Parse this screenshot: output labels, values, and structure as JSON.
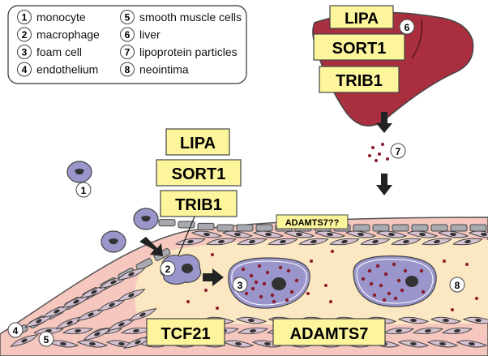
{
  "legend": {
    "items": [
      {
        "num": "1",
        "label": "monocyte"
      },
      {
        "num": "2",
        "label": "macrophage"
      },
      {
        "num": "3",
        "label": "foam cell"
      },
      {
        "num": "4",
        "label": "endothelium"
      },
      {
        "num": "5",
        "label": "smooth muscle cells"
      },
      {
        "num": "6",
        "label": "liver"
      },
      {
        "num": "7",
        "label": "lipoprotein particles"
      },
      {
        "num": "8",
        "label": "neointima"
      }
    ]
  },
  "liver_genes": [
    "LIPA",
    "SORT1",
    "TRIB1"
  ],
  "macrophage_genes": [
    "LIPA",
    "SORT1",
    "TRIB1"
  ],
  "endothelium_gene": "ADAMTS7??",
  "smc_genes": [
    "TCF21",
    "ADAMTS7"
  ],
  "markers": {
    "monocyte": "1",
    "macrophage": "2",
    "foam_cell": "3",
    "endothelium": "4",
    "smooth_muscle": "5",
    "liver": "6",
    "lipoprotein": "7",
    "neointima": "8"
  },
  "colors": {
    "gene_box_fill": "#fcf59c",
    "liver": "#a92f3e",
    "neointima": "#fbe8c2",
    "vessel_wall": "#f5c7bf",
    "smooth_muscle_cell": "#d7c2d2",
    "cell_nucleus": "#333333",
    "monocyte": "#9a96cb",
    "lipid_droplet": "#8a1c2c",
    "endothelial_cell": "#a9a9b0"
  }
}
